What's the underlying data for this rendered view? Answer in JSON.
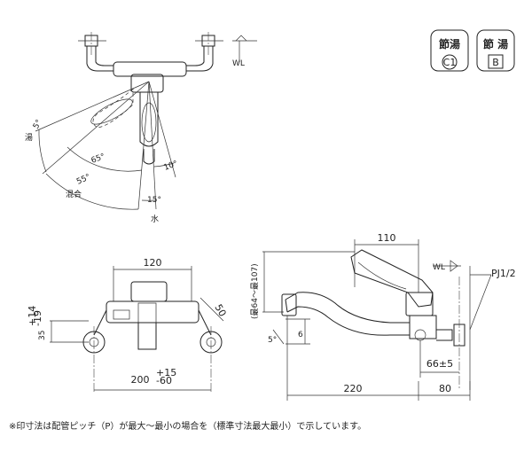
{
  "badges": [
    {
      "top": "節湯",
      "bottom": "C1"
    },
    {
      "top": "節 湯",
      "bottom": "B"
    }
  ],
  "top_view": {
    "wl": "WL",
    "angle_5": "5°",
    "angle_65": "65°",
    "angle_55": "55°",
    "angle_10": "10°",
    "angle_15": "15°",
    "label_hot": "湯",
    "label_mix": "混合",
    "label_cold": "水"
  },
  "front_view": {
    "dim_120": "120",
    "dim_50": "50",
    "dim_35": "35",
    "dim_35_tol_top": "+14",
    "dim_35_tol_bot": "-19",
    "dim_200": "200",
    "dim_200_tol_top": "+15",
    "dim_200_tol_bot": "-60"
  },
  "side_view": {
    "dim_110": "110",
    "dim_range": "(最64～最107)",
    "wl": "WL",
    "pj": "PJ1/2",
    "angle_5": "5°",
    "dim_6": "6",
    "dim_66": "66±5",
    "dim_220": "220",
    "dim_80": "80"
  },
  "footnote": "※印寸法は配管ピッチ（P）が最大～最小の場合を（標準寸法最大最小）で示しています。"
}
